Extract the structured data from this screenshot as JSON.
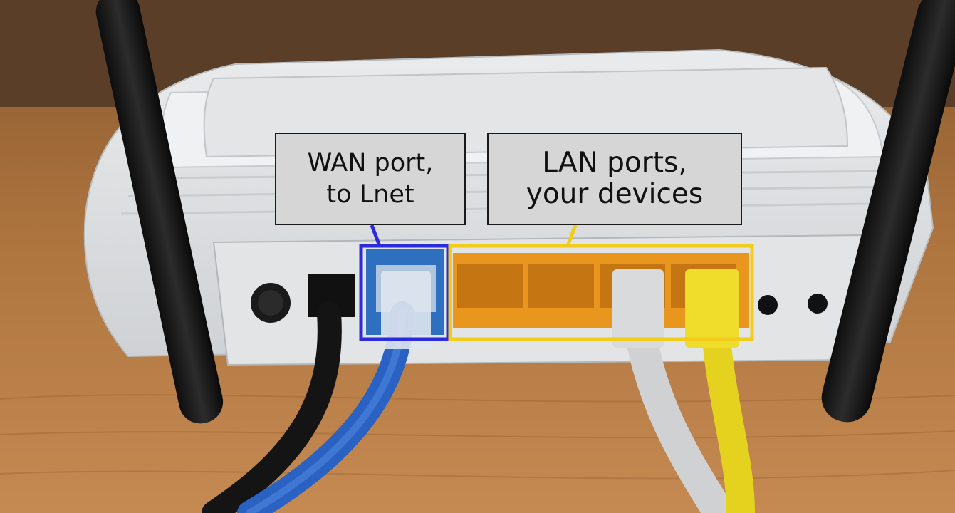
{
  "callouts": {
    "wan": {
      "line1": "WAN port,",
      "line2": "to Lnet"
    },
    "lan": {
      "line1": "LAN ports,",
      "line2": "your devices"
    }
  },
  "colors": {
    "wan_highlight": "#2b2bdc",
    "lan_highlight": "#f2cc1a",
    "callout_fill": "#d6d6d6",
    "callout_border": "#1a1a1a",
    "lan_port_panel": "#e8961e",
    "wan_port_panel": "#2e6fbf"
  },
  "icons": {
    "antenna_left": "router-antenna-icon",
    "antenna_right": "router-antenna-icon"
  }
}
